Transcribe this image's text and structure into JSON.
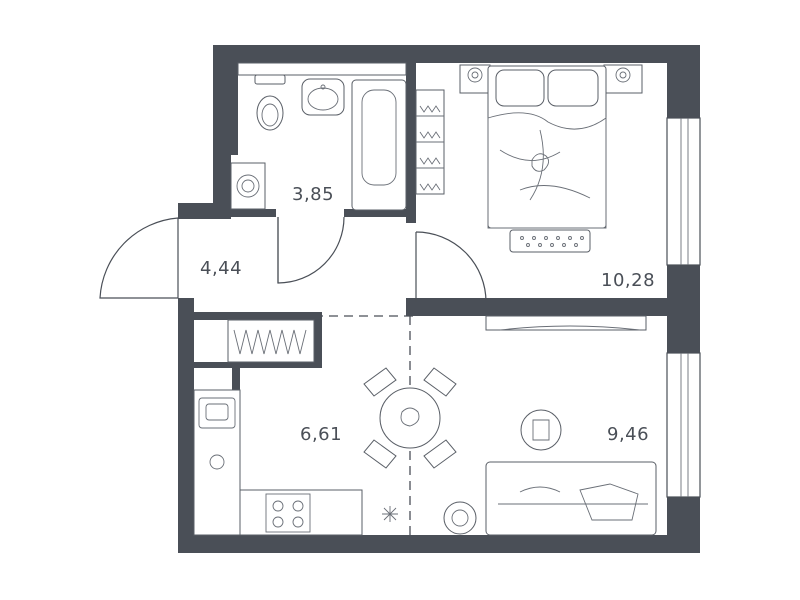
{
  "rooms": {
    "bathroom": {
      "area": "3,85"
    },
    "hallway": {
      "area": "4,44"
    },
    "bedroom": {
      "area": "10,28"
    },
    "kitchen": {
      "area": "6,61"
    },
    "living": {
      "area": "9,46"
    }
  },
  "colors": {
    "wall": "#4a4f57",
    "background": "#ffffff"
  }
}
